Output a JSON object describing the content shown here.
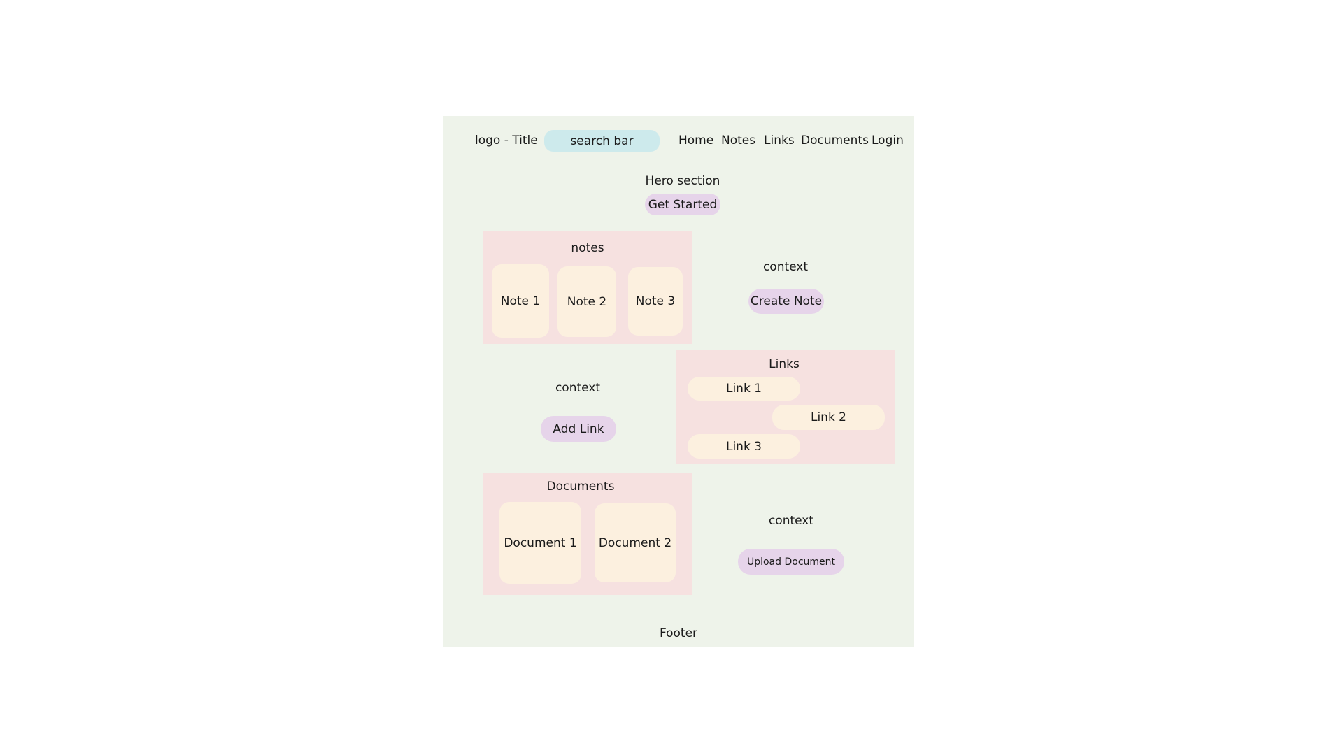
{
  "header": {
    "logo_title": "logo - Title",
    "search_placeholder": "search bar",
    "nav": [
      "Home",
      "Notes",
      "Links",
      "Documents",
      "Login"
    ]
  },
  "hero": {
    "title": "Hero section",
    "cta_label": "Get Started"
  },
  "notes": {
    "title": "notes",
    "items": [
      "Note 1",
      "Note 2",
      "Note 3"
    ],
    "context": "context",
    "action_label": "Create Note"
  },
  "links": {
    "title": "Links",
    "items": [
      "Link 1",
      "Link 2",
      "Link 3"
    ],
    "context": "context",
    "action_label": "Add Link"
  },
  "documents": {
    "title": "Documents",
    "items": [
      "Document 1",
      "Document 2"
    ],
    "context": "context",
    "action_label": "Upload Document"
  },
  "footer": {
    "label": "Footer"
  },
  "colors": {
    "canvas_bg": "#eef3ea",
    "search_bg": "#cdeaec",
    "button_bg": "#e6d4ea",
    "panel_bg": "#f6e1e0",
    "card_bg": "#fcf0df"
  }
}
